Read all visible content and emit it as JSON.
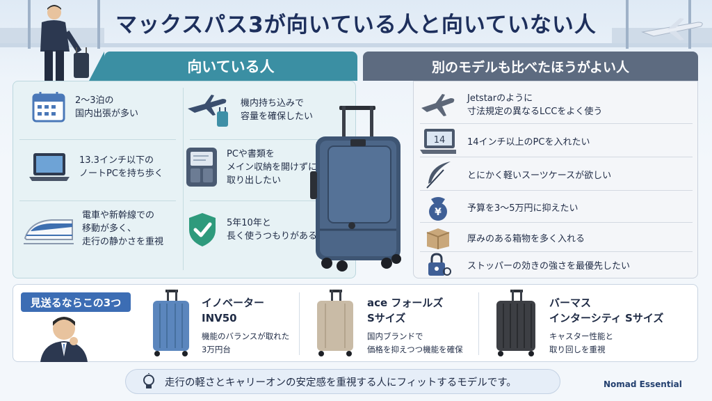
{
  "title": "マックスパス3が向いている人と向いていない人",
  "left_tab": "向いている人",
  "right_tab": "別のモデルも比べたほうがよい人",
  "good_for": [
    {
      "icon": "calendar-icon",
      "text": "2～3泊の\n国内出張が多い"
    },
    {
      "icon": "airplane-suitcase-icon",
      "text": "機内持ち込みで\n容量を確保したい"
    },
    {
      "icon": "laptop-icon",
      "text": "13.3インチ以下の\nノートPCを持ち歩く"
    },
    {
      "icon": "organizer-pocket-icon",
      "text": "PCや書類を\nメイン収納を開けずに\n取り出したい"
    },
    {
      "icon": "bullet-train-icon",
      "text": "電車や新幹線での\n移動が多く、\n走行の静かさを重視"
    },
    {
      "icon": "shield-check-icon",
      "text": "5年10年と\n長く使うつもりがある"
    }
  ],
  "compare_others": [
    {
      "icon": "airplane-icon",
      "text": "Jetstarのように\n寸法規定の異なるLCCをよく使う"
    },
    {
      "icon": "laptop-14-icon",
      "icon_label": "14",
      "text": "14インチ以上のPCを入れたい"
    },
    {
      "icon": "feather-icon",
      "text": "とにかく軽いスーツケースが欲しい"
    },
    {
      "icon": "yen-purse-icon",
      "icon_label": "¥",
      "text": "予算を3～5万円に抑えたい"
    },
    {
      "icon": "box-icon",
      "text": "厚みのある箱物を多く入れる"
    },
    {
      "icon": "lock-icon",
      "text": "ストッパーの効きの強さを最優先したい"
    }
  ],
  "alternatives_badge": "見送るならこの3つ",
  "alternatives": [
    {
      "name": "イノベーター\nINV50",
      "desc": "機能のバランスが取れた\n3万円台",
      "color": "#5b86bd"
    },
    {
      "name": "ace フォールズ\nSサイズ",
      "desc": "国内ブランドで\n価格を抑えつつ機能を確保",
      "color": "#c9bba6"
    },
    {
      "name": "バーマス\nインターシティ Sサイズ",
      "desc": "キャスター性能と\n取り回しを重視",
      "color": "#3d3f44"
    }
  ],
  "footer_banner": "走行の軽さとキャリーオンの安定感を重視する人にフィットするモデルです。",
  "brand": "Nomad Essential",
  "colors": {
    "accent_teal": "#3b8fa3",
    "accent_slate": "#5d6b80",
    "title_navy": "#1d2f5c",
    "badge_blue": "#3c6db4"
  }
}
